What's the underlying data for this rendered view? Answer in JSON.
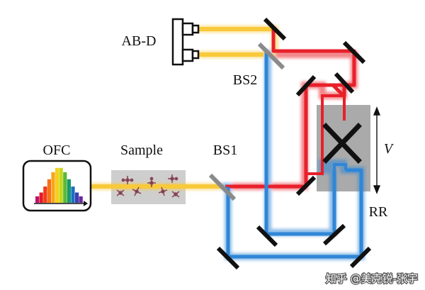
{
  "labels": {
    "ofc": "OFC",
    "sample": "Sample",
    "bs1": "BS1",
    "bs2": "BS2",
    "abd": "AB-D",
    "rr": "RR",
    "v": "V"
  },
  "watermark": "知乎 @美克锐-张宇",
  "colors": {
    "beam_yellow": "#f8c93a",
    "beam_red": "#e8202a",
    "beam_blue": "#2f86d6",
    "mirror": "#111111",
    "beamsplitter": "#8a8a8a",
    "retroreflector_box": "#8e8e8e",
    "sample_box": "#c9c9c9"
  },
  "spectrum_colors": [
    "#c0106a",
    "#e21b2a",
    "#f23b1a",
    "#f7701a",
    "#f9a41c",
    "#f4d21a",
    "#c6d81e",
    "#5cb83a",
    "#169a6a",
    "#1d6fc4",
    "#3b3fb0",
    "#6a2a9c"
  ]
}
